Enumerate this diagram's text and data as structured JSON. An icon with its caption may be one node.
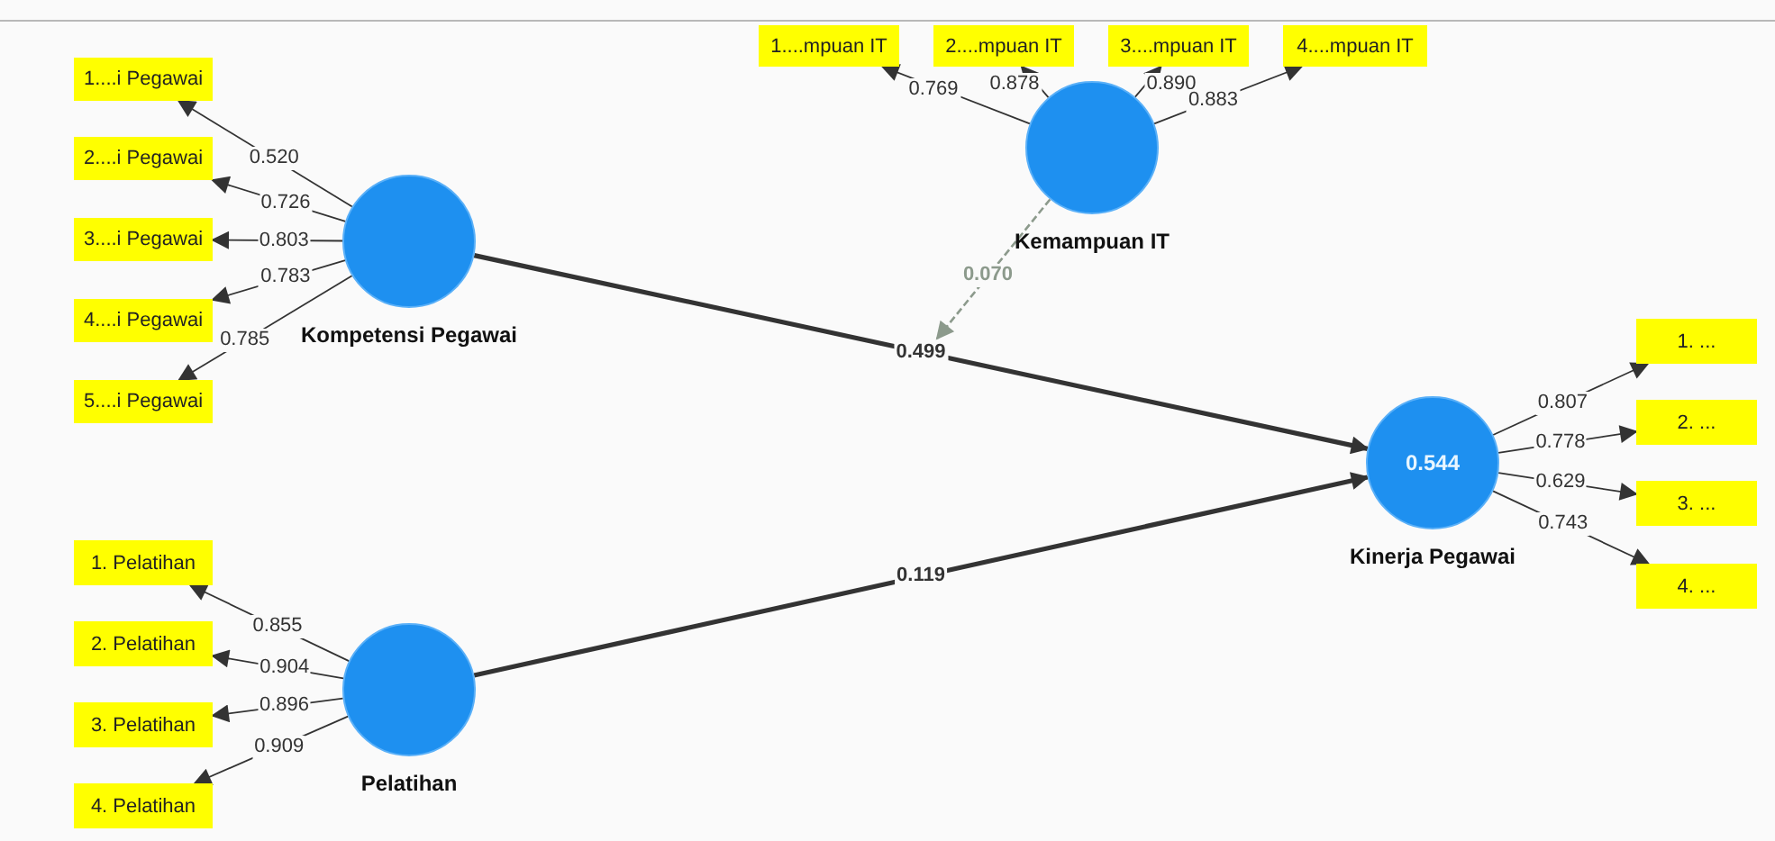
{
  "diagram": {
    "nodes": [
      {
        "text": [
          "1....i Pegawai"
        ]
      },
      {
        "text": [
          "2....i Pegawai"
        ]
      },
      {
        "text": [
          "3....i Pegawai"
        ]
      },
      {
        "text": [
          "4....i Pegawai"
        ]
      },
      {
        "text": [
          "5....i Pegawai"
        ]
      },
      {
        "text": [
          "Kompetensi Pegawai"
        ]
      },
      {
        "text": [
          "1....mpuan IT"
        ]
      },
      {
        "text": [
          "2....mpuan IT"
        ]
      },
      {
        "text": [
          "3....mpuan IT"
        ]
      },
      {
        "text": [
          "4....mpuan IT"
        ]
      },
      {
        "text": [
          "Kemampuan IT"
        ]
      },
      {
        "text": [
          "0.544",
          "Kinerja Pegawai"
        ]
      },
      {
        "text": [
          "1. ..."
        ]
      },
      {
        "text": [
          "2. ..."
        ]
      },
      {
        "text": [
          "3. ..."
        ]
      },
      {
        "text": [
          "4. ..."
        ]
      },
      {
        "text": [
          "1. Pelatihan"
        ]
      },
      {
        "text": [
          "2. Pelatihan"
        ]
      },
      {
        "text": [
          "3. Pelatihan"
        ]
      },
      {
        "text": [
          "4. Pelatihan"
        ]
      },
      {
        "text": [
          "Pelatihan"
        ]
      }
    ],
    "edges": [
      {
        "from": 5,
        "to": 0,
        "arrow": "to",
        "label": "0.520"
      },
      {
        "from": 5,
        "to": 1,
        "arrow": "to",
        "label": "0.726"
      },
      {
        "from": 5,
        "to": 2,
        "arrow": "to",
        "label": "0.803"
      },
      {
        "from": 5,
        "to": 3,
        "arrow": "to",
        "label": "0.783"
      },
      {
        "from": 5,
        "to": 4,
        "arrow": "to",
        "label": "0.785"
      },
      {
        "from": 10,
        "to": 6,
        "arrow": "to",
        "label": "0.769"
      },
      {
        "from": 10,
        "to": 7,
        "arrow": "to",
        "label": "0.878"
      },
      {
        "from": 10,
        "to": 8,
        "arrow": "to",
        "label": "0.890"
      },
      {
        "from": 10,
        "to": 9,
        "arrow": "to",
        "label": "0.883"
      },
      {
        "from": 5,
        "to": 11,
        "arrow": "to",
        "label": "0.499",
        "style": "thick"
      },
      {
        "from": 10,
        "to": null,
        "arrow": "to",
        "label": "0.070",
        "style": "dashed",
        "color": "#8c9a8c"
      },
      {
        "from": 11,
        "to": 12,
        "arrow": "to",
        "label": "0.807"
      },
      {
        "from": 11,
        "to": 13,
        "arrow": "to",
        "label": "0.778"
      },
      {
        "from": 11,
        "to": 14,
        "arrow": "to",
        "label": "0.629"
      },
      {
        "from": 11,
        "to": 15,
        "arrow": "to",
        "label": "0.743"
      },
      {
        "from": 20,
        "to": 11,
        "arrow": "to",
        "label": "0.119",
        "style": "thick"
      },
      {
        "from": 20,
        "to": 16,
        "arrow": "to",
        "label": "0.855"
      },
      {
        "from": 20,
        "to": 17,
        "arrow": "to",
        "label": "0.904"
      },
      {
        "from": 20,
        "to": 18,
        "arrow": "to",
        "label": "0.896"
      },
      {
        "from": 20,
        "to": 19,
        "arrow": "to",
        "label": "0.909"
      }
    ]
  }
}
